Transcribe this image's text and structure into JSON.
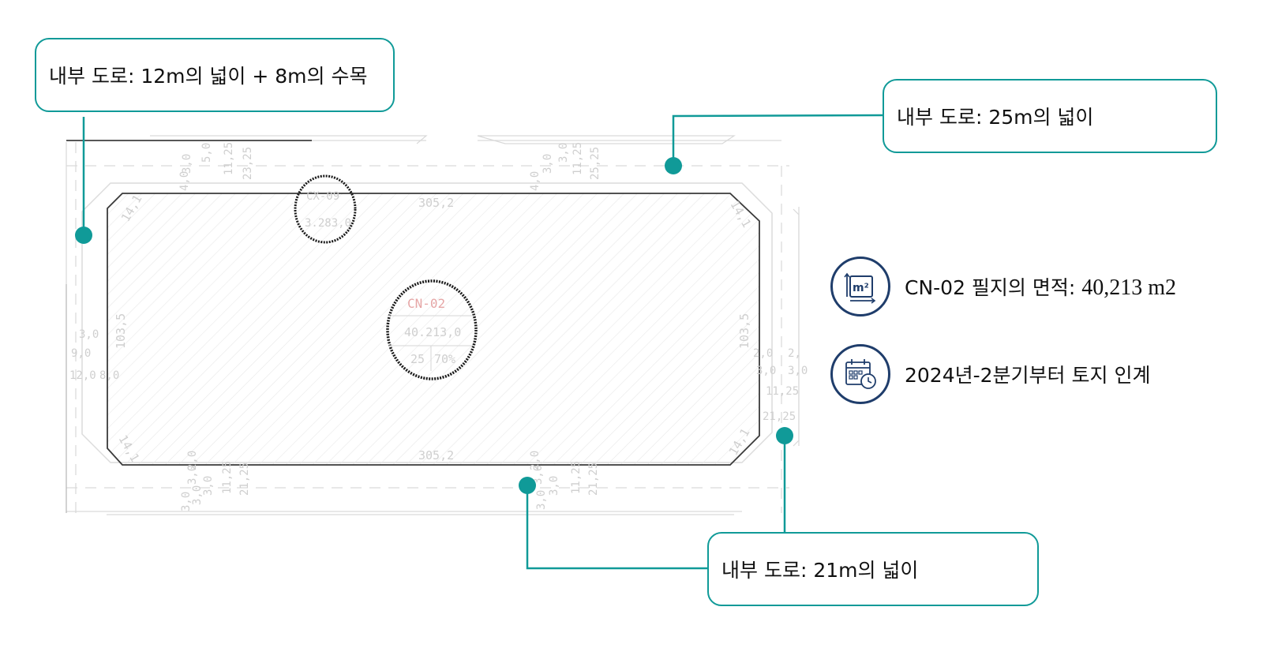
{
  "colors": {
    "accent": "#109a98",
    "icon_ring": "#1f3d6b",
    "lot_outline": "#333333",
    "faint_text": "#cfcfcf",
    "red_label": "#e6a6a6"
  },
  "callouts": {
    "west": "내부 도로: 12m의 넓이 + 8m의 수목",
    "north": "내부 도로: 25m의 넓이",
    "south": "내부 도로: 21m의 넓이"
  },
  "info": {
    "area_label": "CN-02 필지의 면적:",
    "area_value": "40,213 m2",
    "area_icon": "area-m2-icon",
    "handover": "2024년-2분기부터 토지 인계",
    "handover_icon": "calendar-clock-icon"
  },
  "plan": {
    "cx_label": "CX-09",
    "cx_area": "3.283,0",
    "cn_label": "CN-02",
    "cn_area": "40.213,0",
    "cn_floors": "25",
    "cn_density": "70%",
    "length_top": "305,2",
    "length_bottom": "305,2",
    "width_left": "103,5",
    "width_right": "103,5",
    "chamfer_tl": "14,1",
    "chamfer_tr": "14,1",
    "chamfer_bl": "14,1",
    "chamfer_br": "14,1",
    "dims_north": [
      "4,0",
      "3,0",
      "5,0",
      "11,25",
      "23,25",
      "4,0",
      "3,0",
      "3,0",
      "11,25",
      "25,25"
    ],
    "dims_south": [
      "2,0",
      "3,0",
      "3,0",
      "11,25",
      "21,25",
      "2,0",
      "3,0",
      "3,0",
      "11,25",
      "21,25",
      "3,0",
      "3,0",
      "3,0"
    ],
    "dims_west": [
      "3,0",
      "9,0",
      "12,0",
      "8,0"
    ],
    "dims_east": [
      "2,0",
      "3,0",
      "3,0",
      "11,25",
      "21,25",
      "2,"
    ]
  }
}
